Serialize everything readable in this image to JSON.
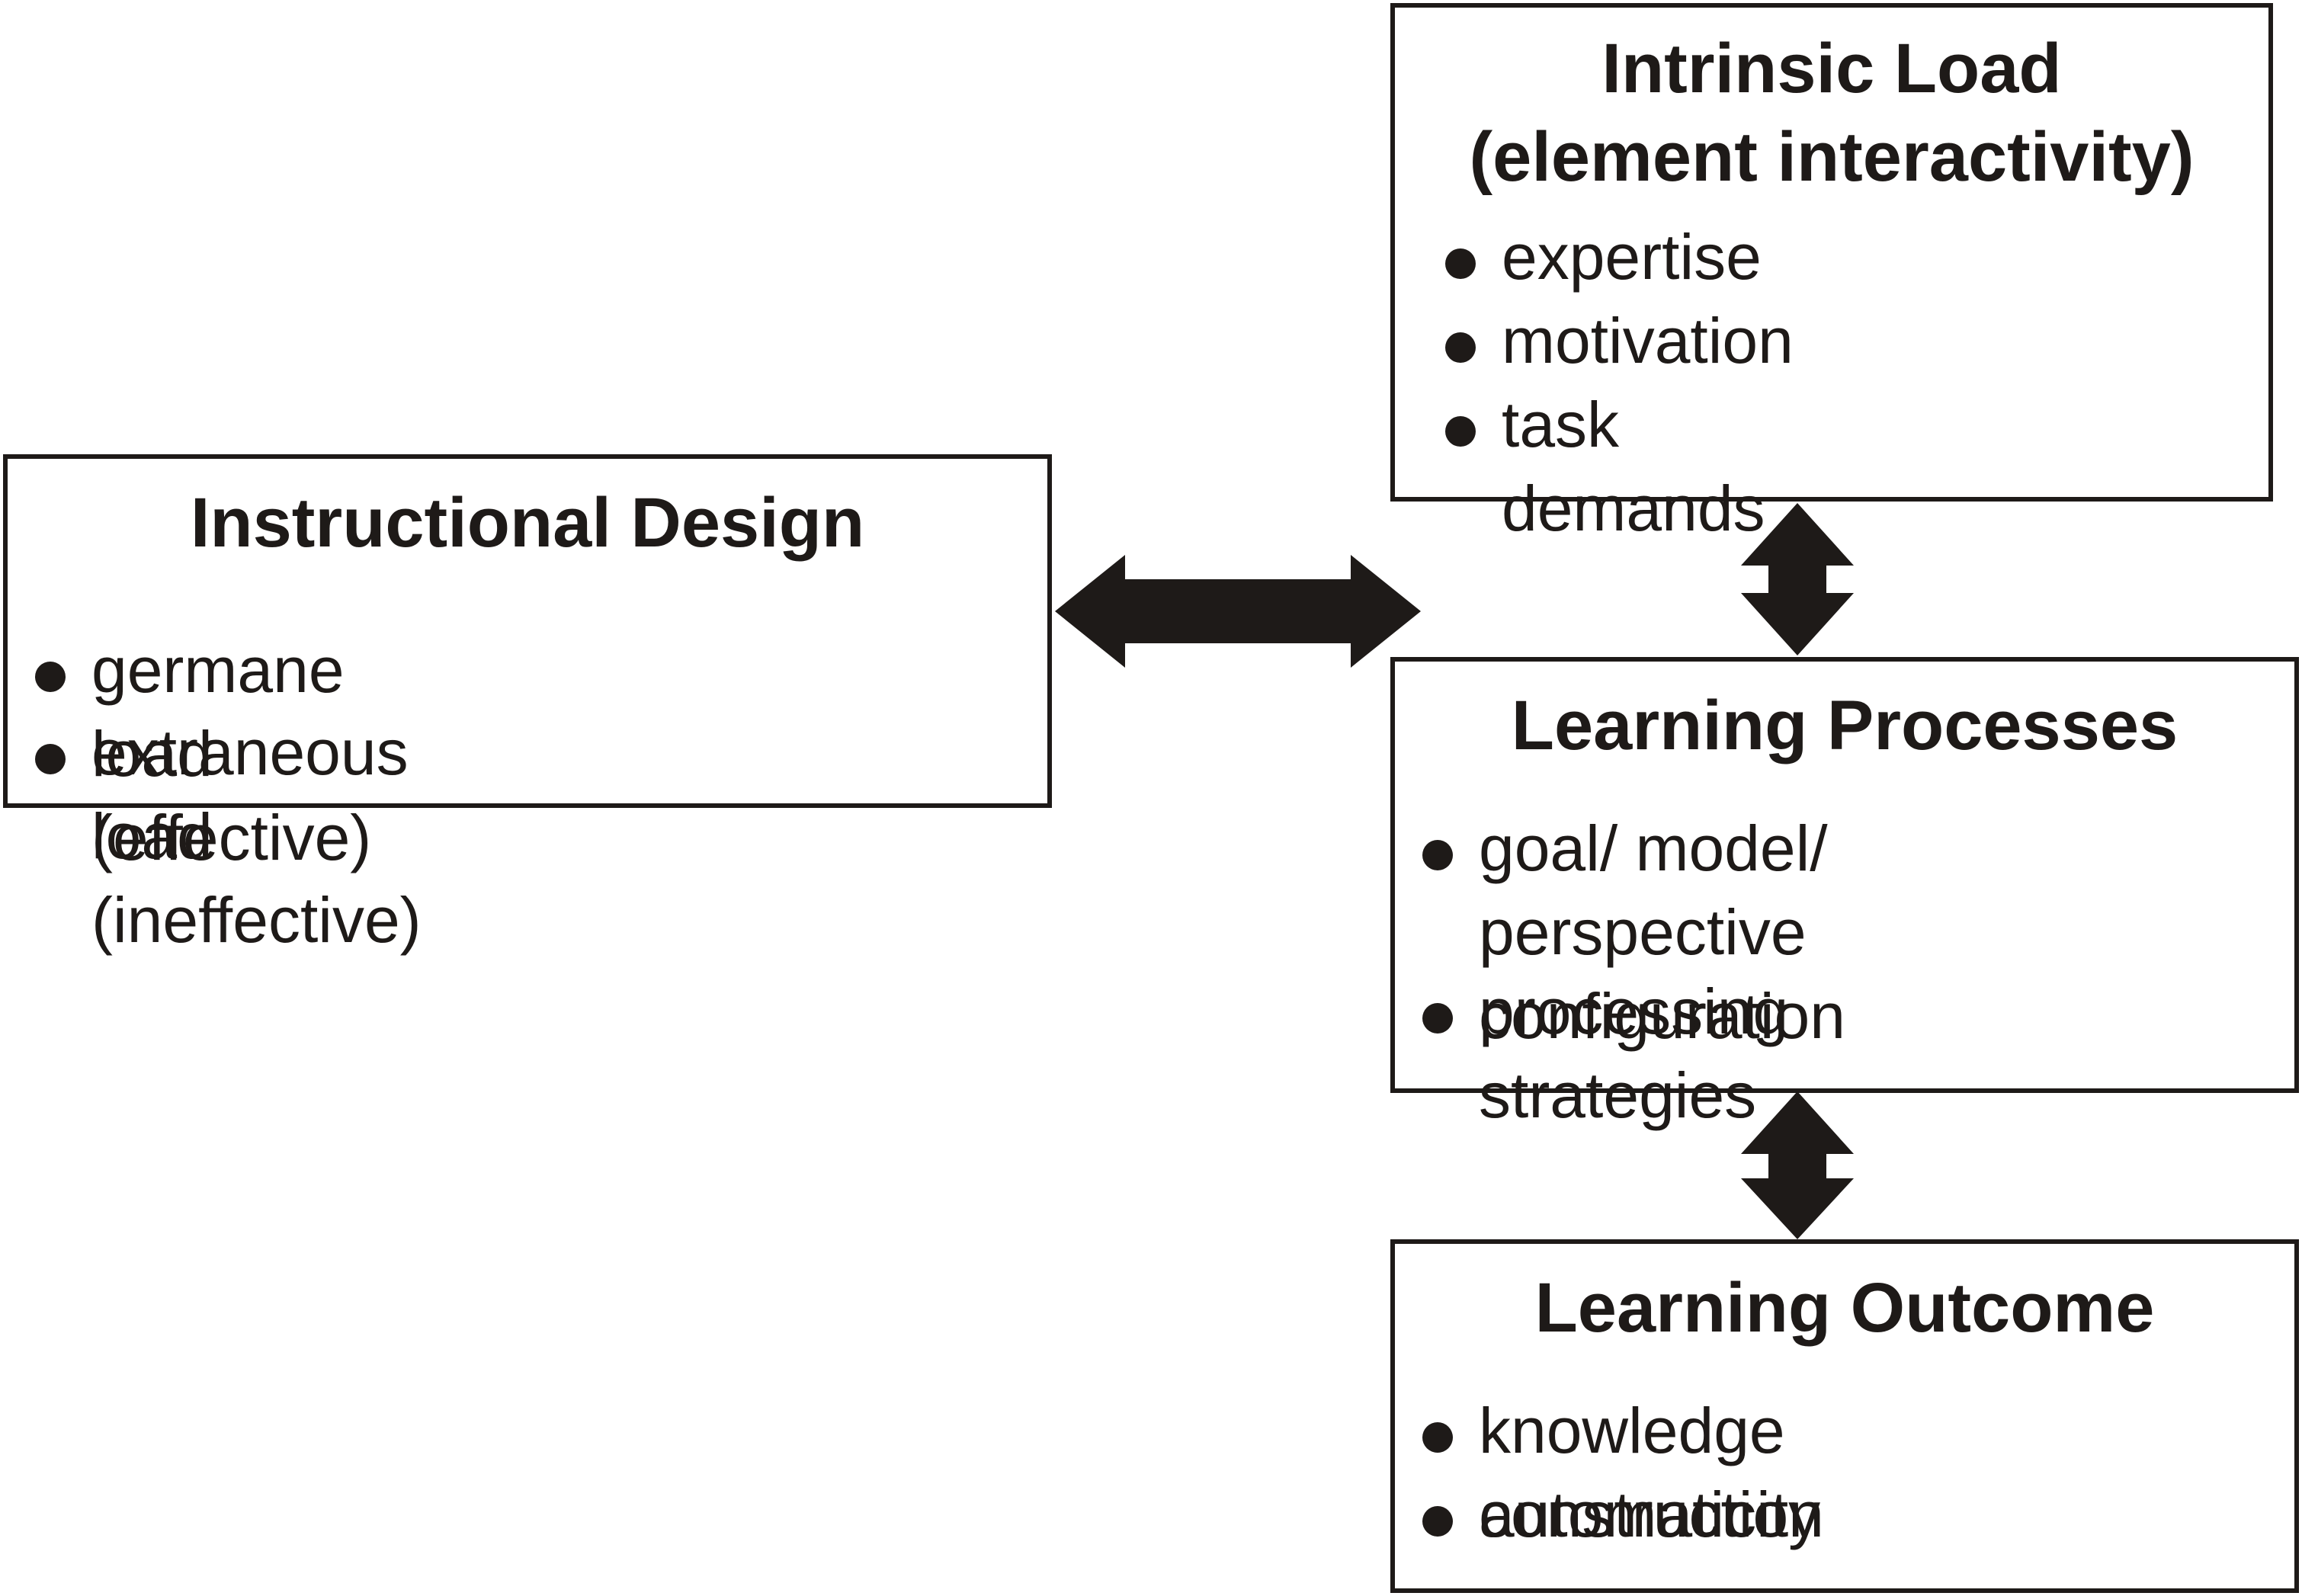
{
  "colors": {
    "ink": "#1e1a18",
    "background": "#ffffff"
  },
  "boxes": {
    "instructional_design": {
      "title": "Instructional Design",
      "items": [
        "germane load (effective)",
        "extraneous load (ineffective)"
      ]
    },
    "intrinsic_load": {
      "title": "Intrinsic Load\n(element interactivity)",
      "items": [
        "expertise",
        "motivation",
        "task demands"
      ]
    },
    "learning_processes": {
      "title": "Learning Processes",
      "items": [
        "goal/ model/ perspective\nconfiguration",
        "processing strategies"
      ]
    },
    "learning_outcome": {
      "title": "Learning Outcome",
      "items": [
        "knowledge construction",
        "automaticity"
      ]
    }
  },
  "connections": [
    {
      "from": "Instructional Design",
      "to": "Learning Processes",
      "direction": "bidirectional"
    },
    {
      "from": "Intrinsic Load",
      "to": "Learning Processes",
      "direction": "bidirectional"
    },
    {
      "from": "Learning Processes",
      "to": "Learning Outcome",
      "direction": "bidirectional"
    }
  ]
}
